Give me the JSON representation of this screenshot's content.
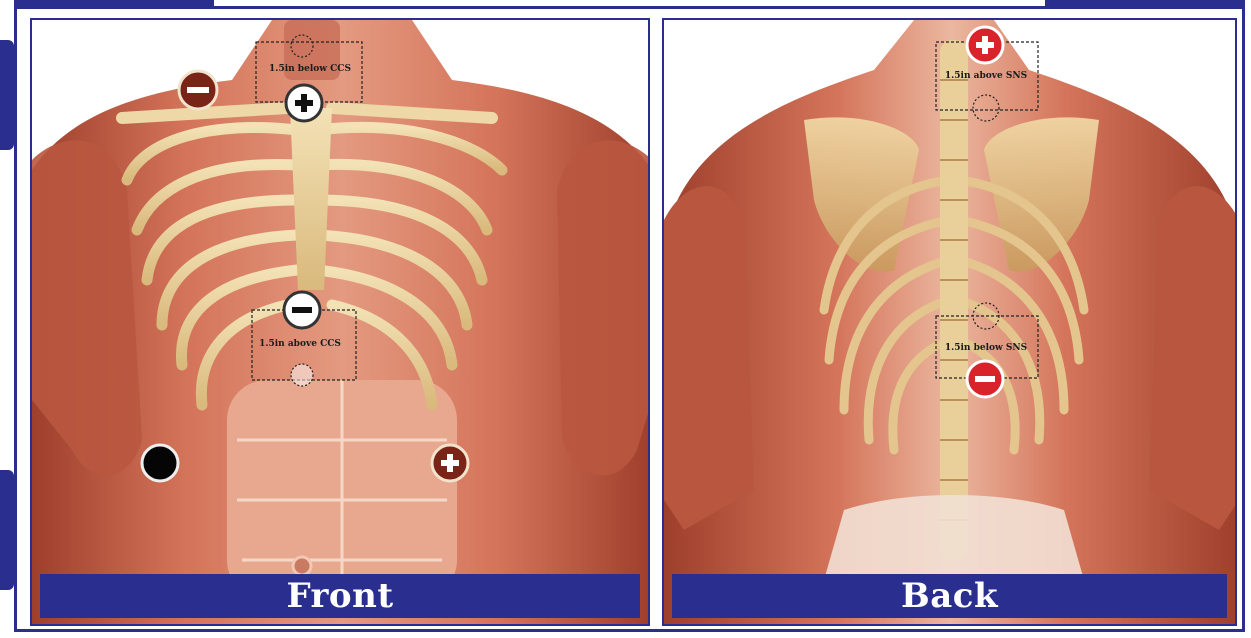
{
  "panels": {
    "front": {
      "label": "Front",
      "annotations": {
        "upper": "1.5in below CCS",
        "lower": "1.5in above CCS"
      },
      "electrodes": [
        {
          "id": "front-left-shoulder",
          "polarity": "negative",
          "style": "dark-red"
        },
        {
          "id": "front-upper-sternum",
          "polarity": "positive",
          "style": "white"
        },
        {
          "id": "front-lower-sternum",
          "polarity": "negative",
          "style": "white"
        },
        {
          "id": "front-left-flank",
          "polarity": "ground",
          "style": "black"
        },
        {
          "id": "front-right-flank",
          "polarity": "positive",
          "style": "dark-red"
        }
      ]
    },
    "back": {
      "label": "Back",
      "annotations": {
        "upper": "1.5in above SNS",
        "lower": "1.5in below SNS"
      },
      "electrodes": [
        {
          "id": "back-upper-spine",
          "polarity": "positive",
          "style": "red"
        },
        {
          "id": "back-lower-spine",
          "polarity": "negative",
          "style": "red"
        }
      ]
    }
  },
  "colors": {
    "frame": "#2a2f8f",
    "muscle": "#c8644e",
    "bone": "#e9d2a0",
    "electrode_red": "#d8232a",
    "electrode_dark": "#7a2418"
  }
}
